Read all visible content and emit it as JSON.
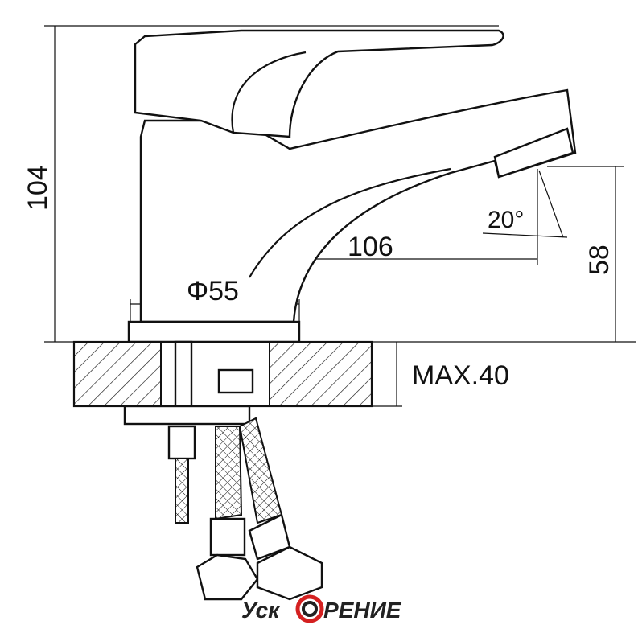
{
  "drawing": {
    "dimensions": {
      "height_total": "104",
      "spout_reach": "106",
      "base_diameter": "Φ55",
      "spout_angle": "20°",
      "spout_height": "58",
      "max_counter_thickness": "MAX.40"
    },
    "logo": {
      "text": "УскОрение",
      "accent": "#d42020"
    }
  }
}
